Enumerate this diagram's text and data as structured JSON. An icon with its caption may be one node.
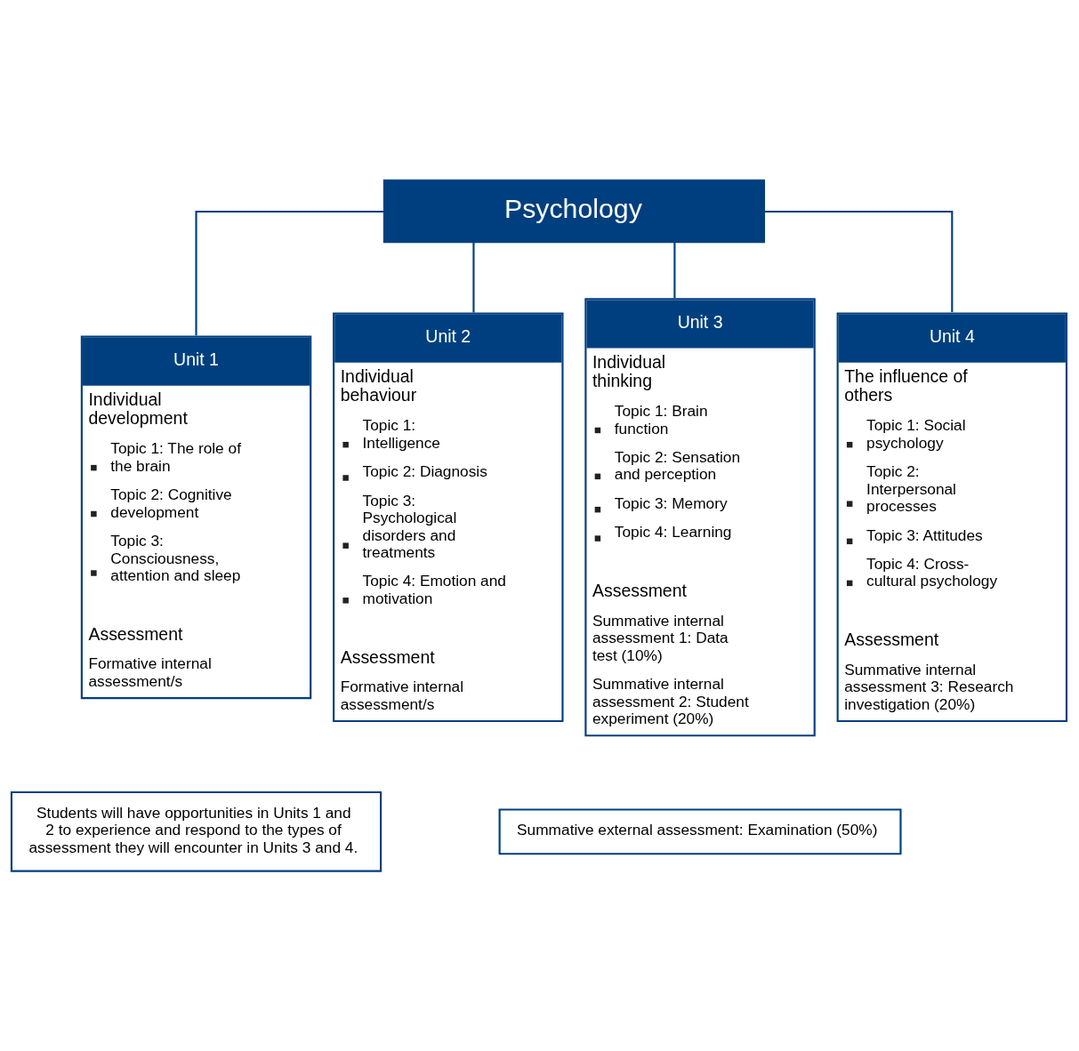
{
  "diagram": {
    "nodes": [
      {
        "text": [
          "Psychology"
        ]
      },
      {
        "text": [
          "Unit 1",
          "Individual development",
          "Topic 1: The role of the brain",
          "Topic 2: Cognitive development",
          "Topic 3: Consciousness, attention and sleep",
          "Assessment",
          "Formative internal assessment/s"
        ]
      },
      {
        "text": [
          "Unit 2",
          "Individual behaviour",
          "Topic 1: Intelligence",
          "Topic 2: Diagnosis",
          "Topic 3: Psychological disorders and treatments",
          "Topic 4: Emotion and motivation",
          "Assessment",
          "Formative internal assessment/s"
        ]
      },
      {
        "text": [
          "Unit 3",
          "Individual thinking",
          "Topic 1: Brain function",
          "Topic 2: Sensation and perception",
          "Topic 3: Memory",
          "Topic 4: Learning",
          "Assessment",
          "Summative internal assessment 1: Data test (10%)",
          "Summative internal assessment 2: Student experiment (20%)"
        ]
      },
      {
        "text": [
          "Unit 4",
          "The influence of others",
          "Topic 1: Social psychology",
          "Topic 2: Interpersonal processes",
          "Topic 3: Attitudes",
          "Topic 4: Cross-cultural psychology",
          "Assessment",
          "Summative internal assessment 3: Research investigation (20%)"
        ]
      },
      {
        "text": [
          "Students will have opportunities in Units 1 and 2 to experience and respond to the types of assessment they will encounter in Units 3 and 4."
        ]
      },
      {
        "text": [
          "Summative external assessment: Examination (50%)"
        ]
      }
    ],
    "edges": [
      {
        "from": 0,
        "to": 1,
        "arrow": "none"
      },
      {
        "from": 0,
        "to": 2,
        "arrow": "none"
      },
      {
        "from": 0,
        "to": 3,
        "arrow": "none"
      },
      {
        "from": 0,
        "to": 4,
        "arrow": "none"
      }
    ]
  }
}
